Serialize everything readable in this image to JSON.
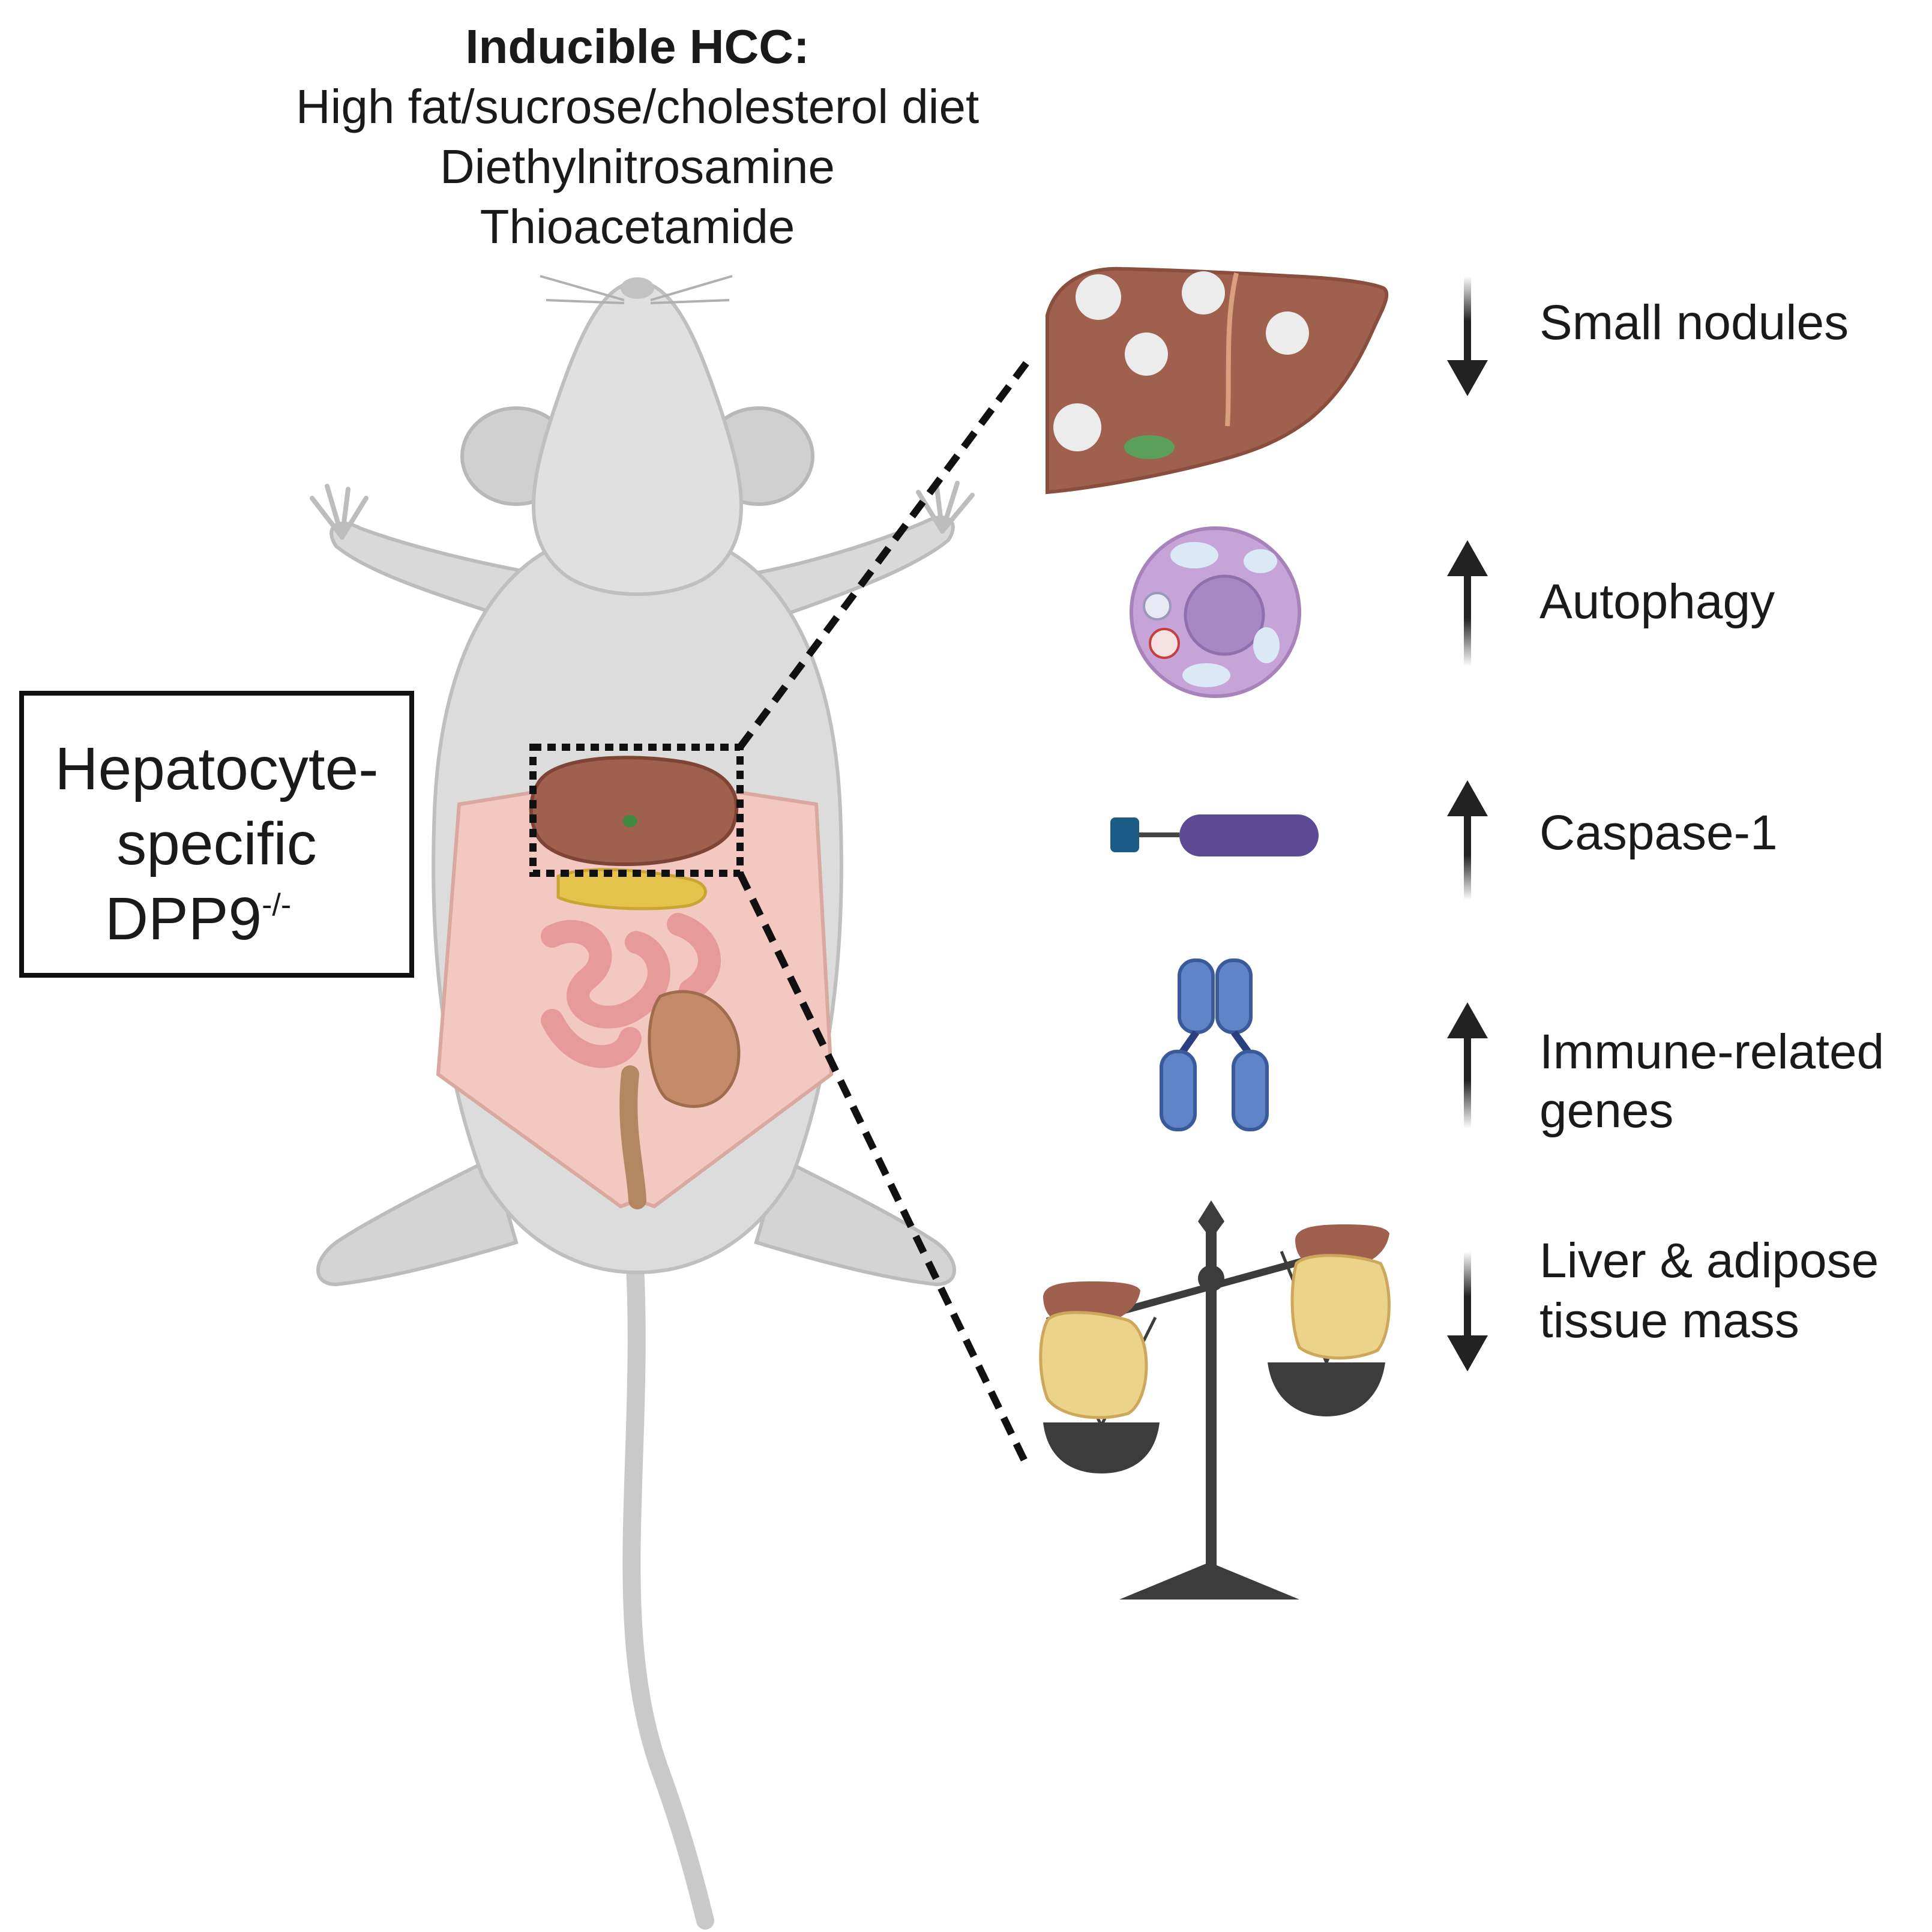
{
  "header": {
    "title": "Inducible HCC:",
    "lines": [
      "High fat/sucrose/cholesterol diet",
      "Diethylnitrosamine",
      "Thioacetamide"
    ]
  },
  "model_box": {
    "line1": "Hepatocyte-",
    "line2": "specific",
    "line3": "DPP9",
    "superscript": "-/-"
  },
  "outcomes": [
    {
      "direction": "down",
      "label_lines": [
        "Small nodules"
      ],
      "icon": "liver-nodules-icon"
    },
    {
      "direction": "up",
      "label_lines": [
        "Autophagy"
      ],
      "icon": "autophagy-cell-icon"
    },
    {
      "direction": "up",
      "label_lines": [
        "Caspase-1"
      ],
      "icon": "caspase-protein-icon"
    },
    {
      "direction": "up",
      "label_lines": [
        "Immune-related",
        "genes"
      ],
      "icon": "antibody-icon"
    },
    {
      "direction": "down",
      "label_lines": [
        "Liver & adipose",
        "tissue mass"
      ],
      "icon": "balance-scale-icon"
    }
  ],
  "colors": {
    "mouse": "#dcdcdc",
    "mouse_outline": "#bdbdbd",
    "liver": "#a0604e",
    "nodule": "#ececec",
    "cell": "#c7a4d8",
    "caspase": "#5d4a94",
    "antibody": "#5f85c8",
    "scale": "#3c3c3c",
    "skin": "#f2c8c0"
  }
}
